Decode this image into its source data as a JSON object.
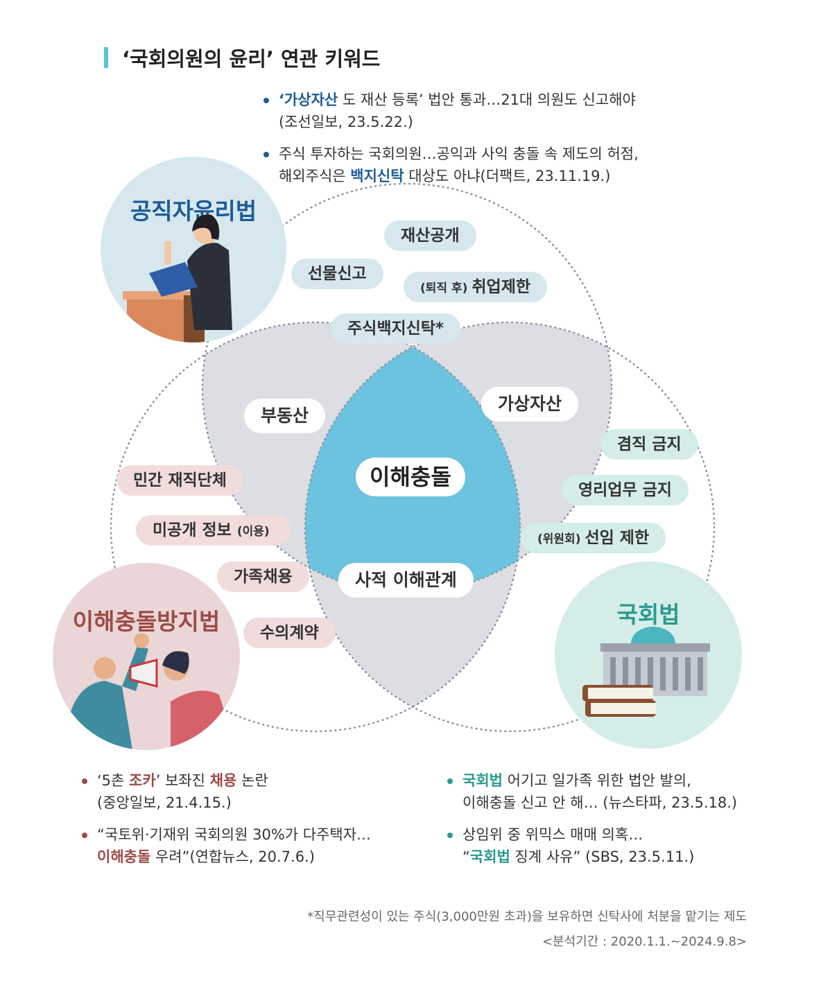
{
  "header": {
    "title": "‘국회의원의 윤리’ 연관 키워드"
  },
  "top_news": [
    {
      "hl": "‘가상자산",
      "rest1": " 도 재산 등록’ 법안 통과…21대 의원도 신고해야",
      "rest2": "(조선일보, 23.5.22.)"
    },
    {
      "pre": "주식 투자하는 국회의원…공익과 사익 충돌 속 제도의 허점,",
      "pre2": "해외주식은 ",
      "hl": "백지신탁",
      "rest": " 대상도 아냐(더팩트, 23.11.19.)"
    }
  ],
  "laws": {
    "public": "공직자윤리법",
    "conflict": "이해충돌방지법",
    "assembly": "국회법"
  },
  "keywords": {
    "public_only": [
      "재산공개",
      "선물신고",
      "취업제한",
      "주식백지신탁*"
    ],
    "public_only_prefix": "(퇴직 후)",
    "public_conflict": "부동산",
    "public_assembly": "가상자산",
    "center": "이해충돌",
    "conflict_assembly": "사적 이해관계",
    "conflict_only": [
      "민간 재직단체",
      "미공개 정보",
      "가족채용",
      "수의계약"
    ],
    "conflict_only_suffix": "(이용)",
    "assembly_only": [
      "겸직 금지",
      "영리업무 금지",
      "선임 제한"
    ],
    "assembly_only_prefix": "(위원회)"
  },
  "bottom_left_news": [
    {
      "a": "‘5촌 ",
      "hl1": "조카",
      "b": "’ 보좌진 ",
      "hl2": "채용",
      "c": " 논란",
      "line2": "(중앙일보, 21.4.15.)"
    },
    {
      "line1": "“국토위·기재위 국회의원 30%가 다주택자…",
      "hl": "이해충돌",
      "rest": " 우려”(연합뉴스, 20.7.6.)"
    }
  ],
  "bottom_right_news": [
    {
      "hl": "국회법",
      "rest": " 어기고 일가족 위한 법안 발의,",
      "line2": "이해충돌 신고 안 해… (뉴스타파, 23.5.18.)"
    },
    {
      "line1": "상임위 중 위믹스 매매 의혹…",
      "q": "“",
      "hl": "국회법",
      "rest": " 징계 사유” (SBS, 23.5.11.)"
    }
  ],
  "footnote": "*직무관련성이 있는 주식(3,000만원 초과)을 보유하면 신탁사에 처분을 맡기는 제도",
  "period": "<분석기간 :  2020.1.1.~2024.9.8>",
  "colors": {
    "accent": "#5cc1de",
    "center": "#6bc3df",
    "overlap": "#dcdee3",
    "blue": "#1d5c95",
    "red": "#9c4a45",
    "teal": "#2a9a8e"
  }
}
